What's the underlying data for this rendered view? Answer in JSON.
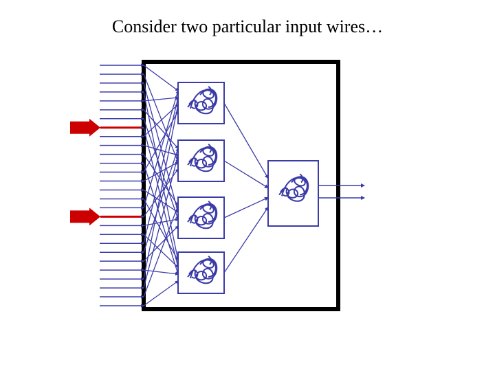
{
  "slide": {
    "title": "Consider two particular input wires…"
  },
  "colors": {
    "wire": "#3b3ba8",
    "frame": "#000000",
    "highlight": "#cc0000",
    "gate_border": "#3b3ba8"
  },
  "diagram": {
    "input_wire_count": 28,
    "highlighted_input_positions": [
      8,
      18
    ],
    "hidden_gate_count": 4,
    "output_gate_count": 1,
    "output_wire_count": 2,
    "gate_icon": "tangled-circuit-icon"
  }
}
